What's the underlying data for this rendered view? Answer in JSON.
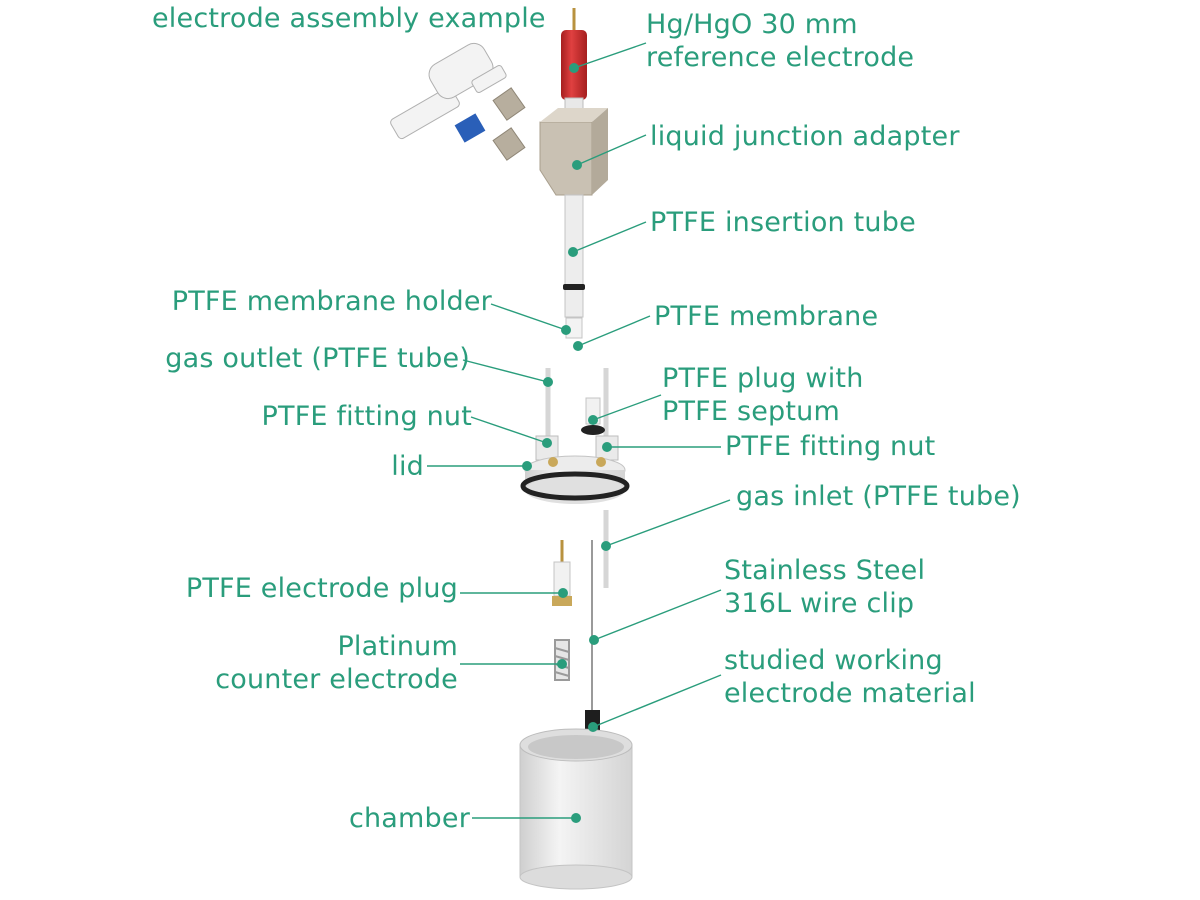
{
  "colors": {
    "accent": "#2a9d7c",
    "part_light": "#e9e9e9",
    "part_dark": "#222222",
    "reference_red": "#cc2a2a",
    "adapter_beige": "#c9c1b3",
    "luer_blue": "#2a5fb8",
    "brass": "#c9a85a"
  },
  "title": "electrode assembly example",
  "labels": {
    "reference_electrode": "Hg/HgO 30 mm\nreference electrode",
    "liquid_junction_adapter": "liquid junction adapter",
    "insertion_tube": "PTFE insertion tube",
    "membrane_holder": "PTFE membrane holder",
    "membrane": "PTFE membrane",
    "gas_outlet": "gas outlet (PTFE tube)",
    "plug_with_septum": "PTFE plug with\nPTFE septum",
    "fitting_nut_left": "PTFE fitting nut",
    "fitting_nut_right": "PTFE fitting nut",
    "lid": "lid",
    "gas_inlet": "gas inlet (PTFE tube)",
    "electrode_plug": "PTFE electrode plug",
    "wire_clip": "Stainless Steel\n316L wire clip",
    "counter_electrode": "Platinum\ncounter electrode",
    "working_electrode": "studied working\nelectrode material",
    "chamber": "chamber"
  }
}
